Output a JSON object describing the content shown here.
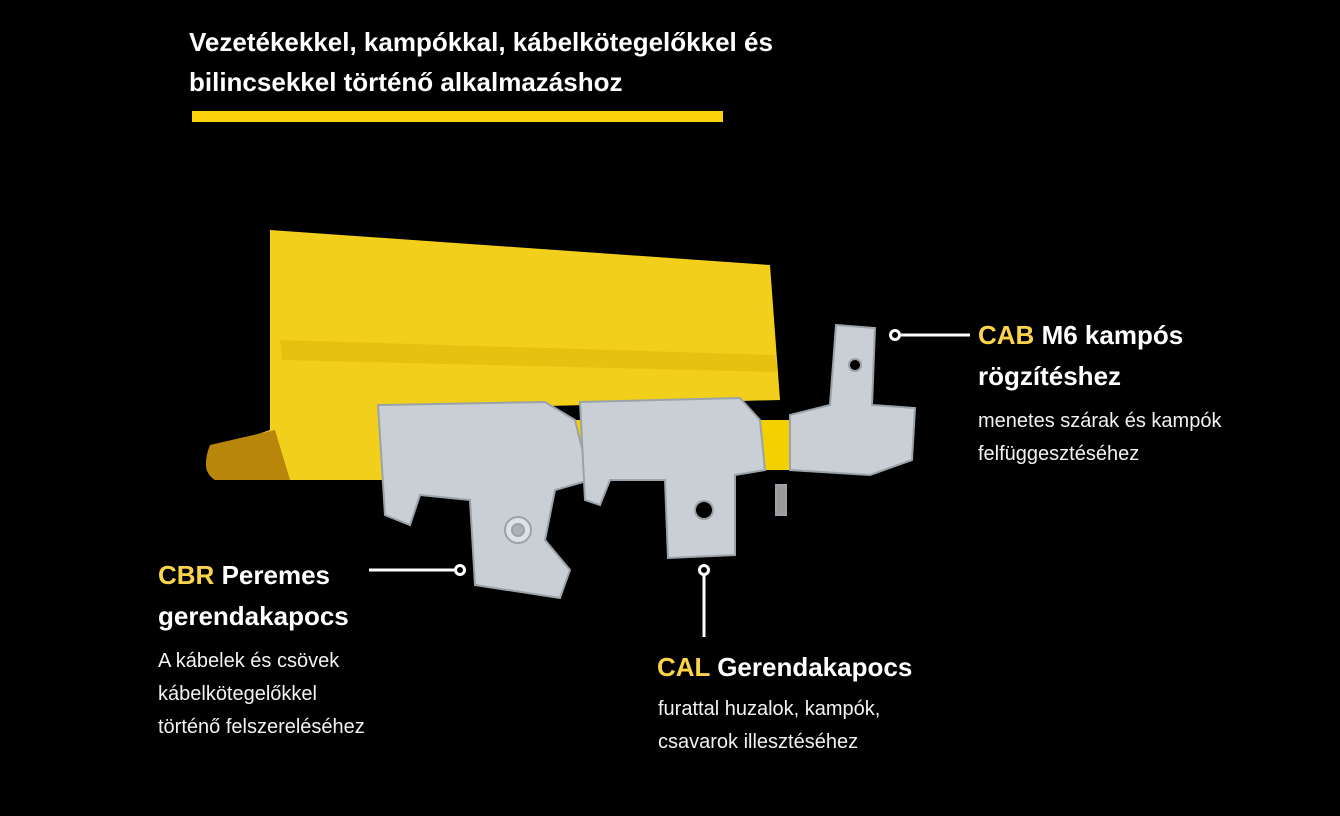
{
  "title": {
    "line1": "Vezetékekkel, kampókkal, kábelkötegelőkkel és",
    "line2": "bilincsekkel történő alkalmazáshoz"
  },
  "colors": {
    "accent": "#fcd20a",
    "background": "#000000"
  },
  "callouts": {
    "cab": {
      "code": "CAB",
      "name1": " M6 kampós",
      "name2": "rögzítéshez",
      "desc1": "menetes szárak és kampók",
      "desc2": "felfüggesztéséhez"
    },
    "cbr": {
      "code": "CBR",
      "name1": " Peremes",
      "name2": "gerendakapocs",
      "desc1": "A kábelek és csövek",
      "desc2": "kábelkötegelőkkel",
      "desc3": "történő felszereléséhez"
    },
    "cal": {
      "code": "CAL",
      "name1": " Gerendakapocs",
      "desc1": "furattal huzalok, kampók,",
      "desc2": "csavarok illesztéséhez"
    }
  }
}
